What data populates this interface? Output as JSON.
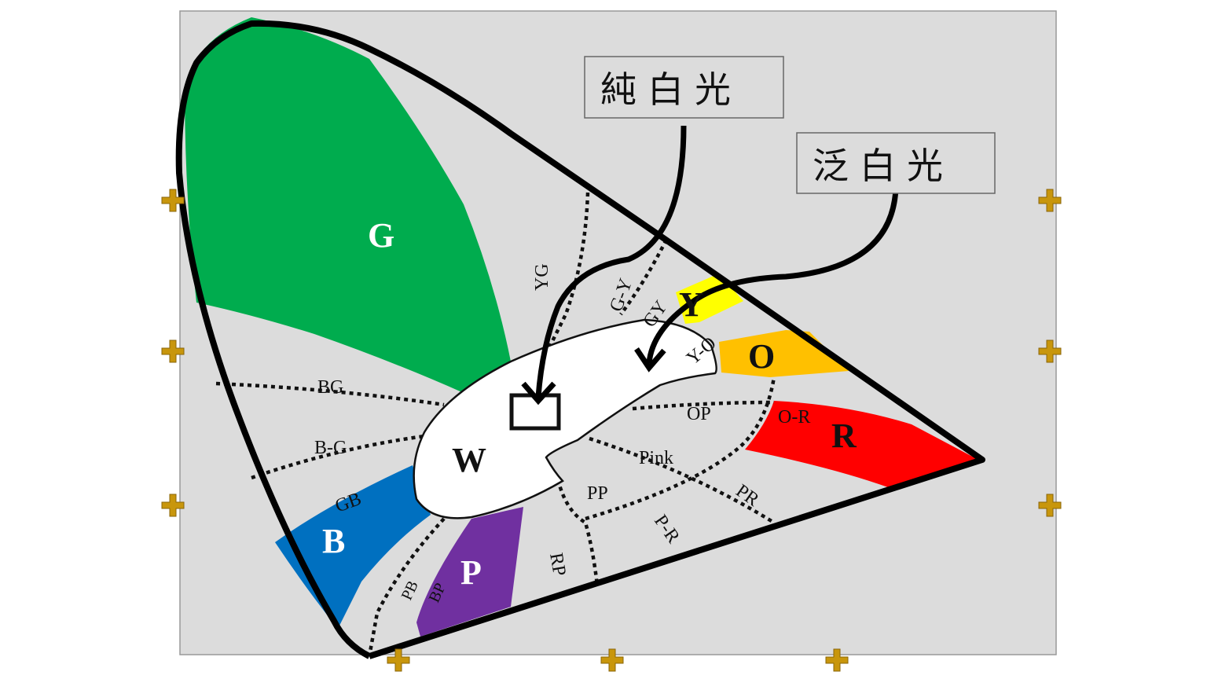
{
  "title_boxes": {
    "pure_white": "純白光",
    "off_white": "泛白光"
  },
  "regions": {
    "G": "G",
    "B": "B",
    "P": "P",
    "W": "W",
    "Y": "Y",
    "O": "O",
    "R": "R"
  },
  "sub_labels": {
    "YG": "YG",
    "G_Y": "G-Y",
    "GY": "GY",
    "Y_O": "Y-O",
    "BG": "BG",
    "B_G": "B-G",
    "GB": "GB",
    "PB": "PB",
    "BP": "BP",
    "RP": "RP",
    "PP": "PP",
    "P_R": "P-R",
    "PR": "PR",
    "Pink": "Pink",
    "OP": "OP",
    "O_R": "O-R"
  },
  "colors": {
    "background": "#dcdcdc",
    "green": "#00ac4e",
    "blue": "#0070c0",
    "purple": "#7030a0",
    "yellow": "#ffff00",
    "orange": "#ffc000",
    "red": "#ff0000",
    "marker": "#c8960c"
  }
}
